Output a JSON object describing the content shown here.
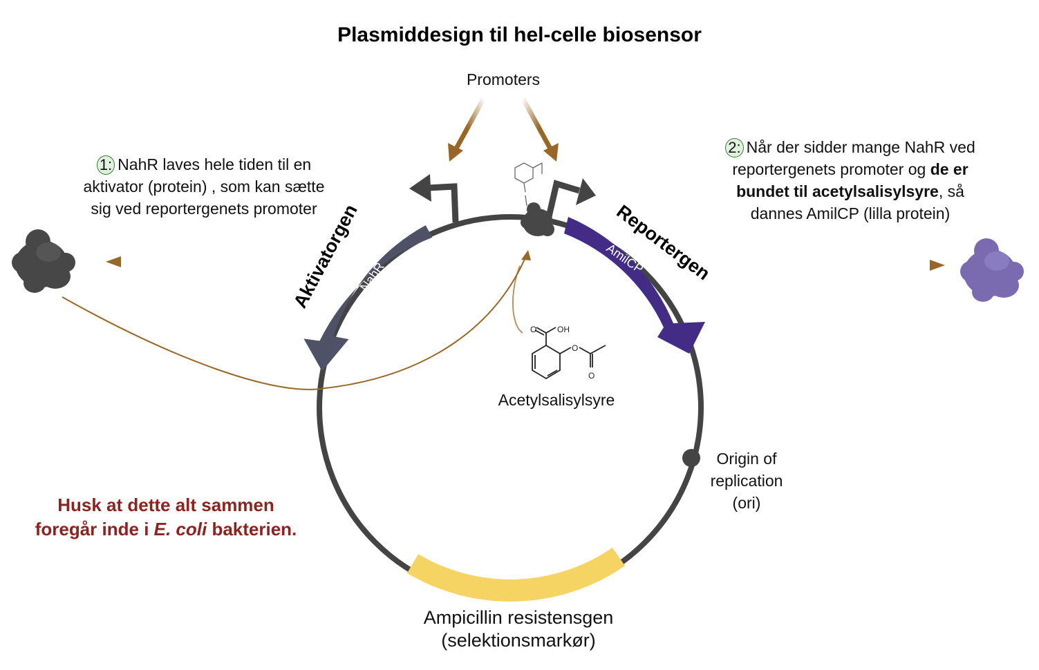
{
  "title": "Plasmiddesign til hel-celle biosensor",
  "promoters_label": "Promoters",
  "step1": {
    "badge": "1:",
    "text": "NahR laves hele tiden til en aktivator (protein) , som kan sætte sig ved reportergenets promoter"
  },
  "step2": {
    "badge": "2:",
    "text_before": "Når der sidder mange NahR ved reportergenets promoter og ",
    "text_bold": "de er bundet til acetylsalisylsyre",
    "text_after": ", så dannes AmilCP (lilla protein)"
  },
  "genes": {
    "activator": {
      "heading": "Aktivatorgen",
      "gene": "NahR",
      "color": "#4f5266"
    },
    "reporter": {
      "heading": "Reportergen",
      "gene": "AmilCP",
      "color": "#432c85"
    },
    "resistance": {
      "label_line1": "Ampicillin resistensgen",
      "label_line2": "(selektionsmarkør)",
      "color": "#f6d463"
    }
  },
  "ori": {
    "line1": "Origin of",
    "line2": "replication",
    "line3": "(ori)"
  },
  "molecule": {
    "name": "Acetylsalisylsyre",
    "atoms": {
      "oh": "OH",
      "o": "O"
    }
  },
  "note": {
    "text_before": "Husk at dette alt sammen foregår inde i ",
    "text_italic": "E. coli",
    "text_after": " bakterien."
  },
  "colors": {
    "plasmid": "#444444",
    "arrow": "#986727",
    "protein_nahr": "#474747",
    "protein_amilcp": "#7a6bb0",
    "note": "#8b2420"
  }
}
